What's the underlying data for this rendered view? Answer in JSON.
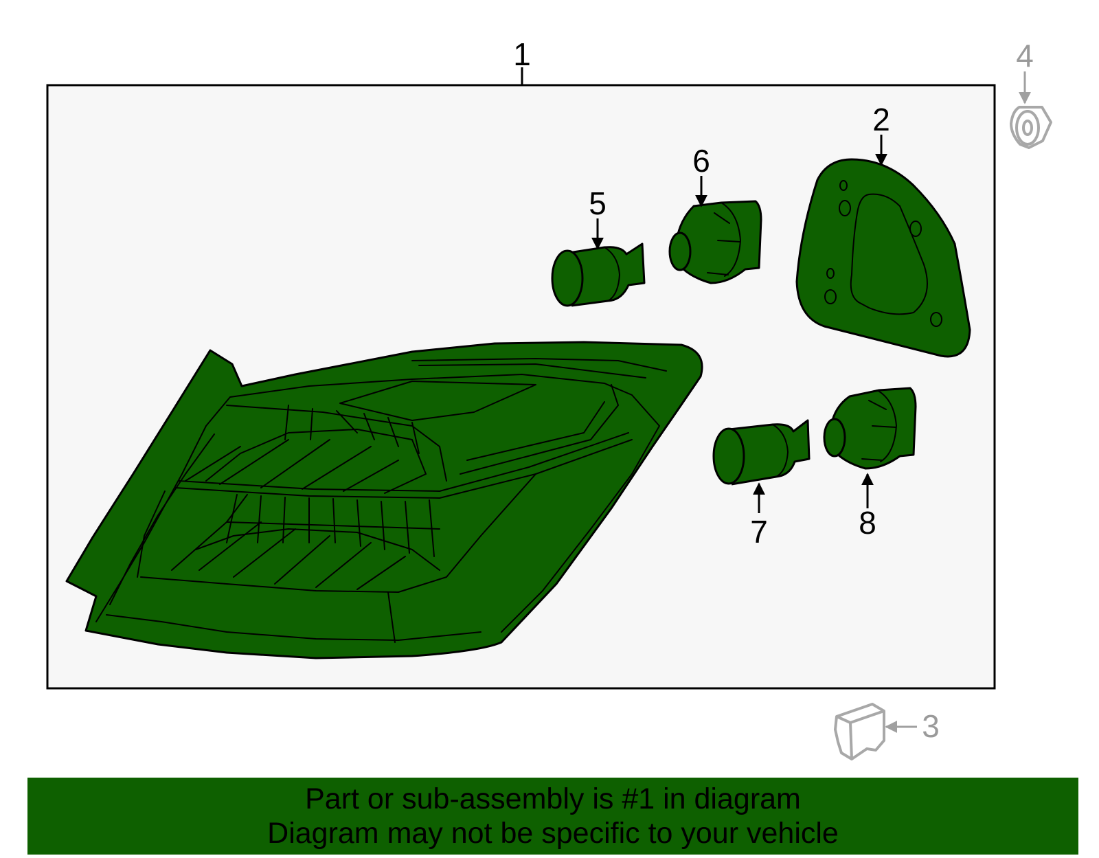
{
  "colors": {
    "part_fill": "#0e6000",
    "grey_part": "#a8a8a8",
    "banner_bg": "#0e6000",
    "panel_bg": "#f7f7f7",
    "outline": "#000000"
  },
  "callouts": {
    "c1": "1",
    "c2": "2",
    "c3": "3",
    "c4": "4",
    "c5": "5",
    "c6": "6",
    "c7": "7",
    "c8": "8"
  },
  "banner": {
    "line1": "Part or sub-assembly is #1 in diagram",
    "line2": "Diagram may not be specific to your vehicle"
  }
}
